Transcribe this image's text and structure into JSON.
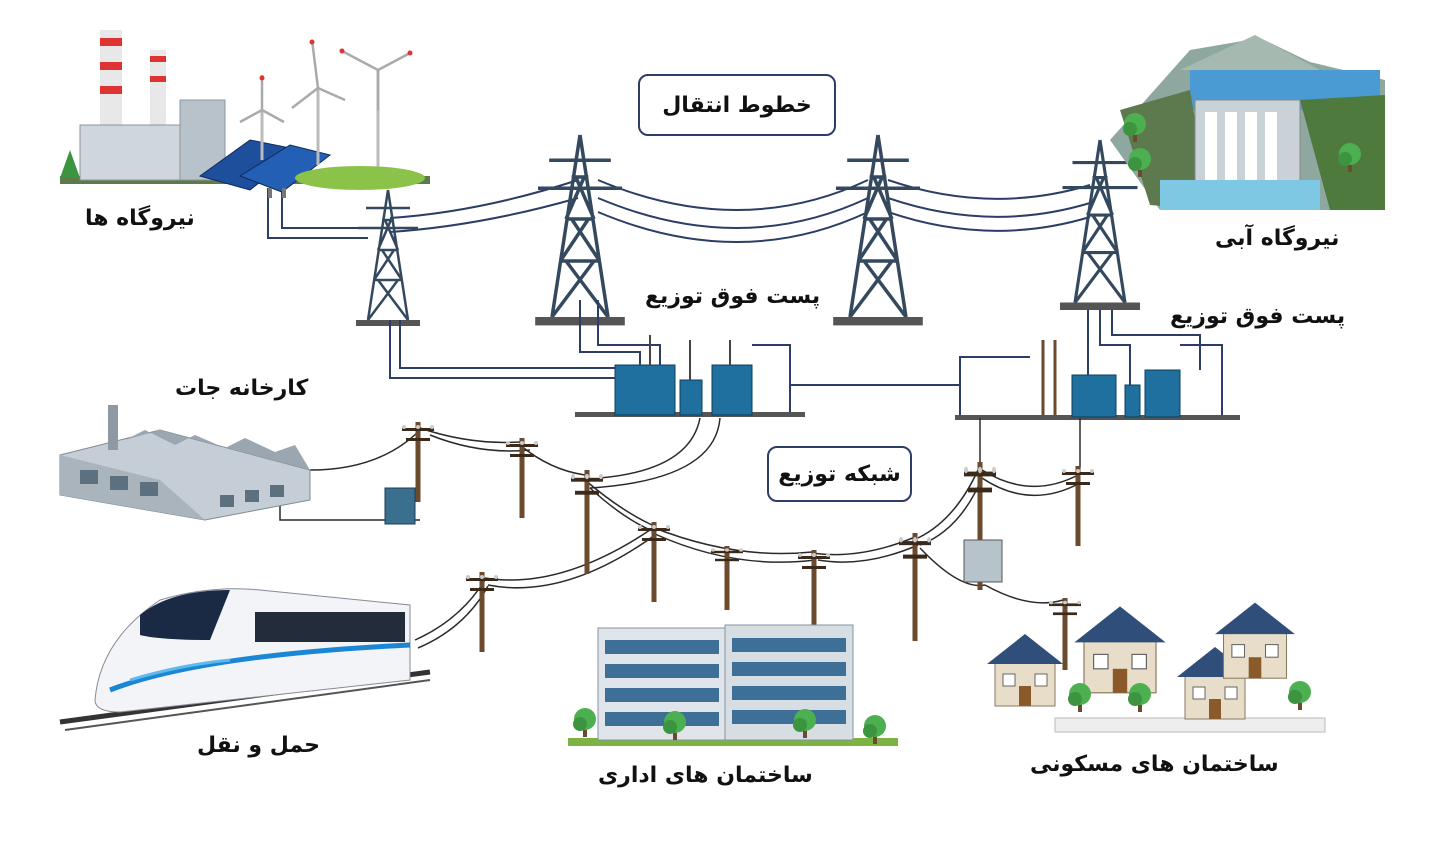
{
  "labels": {
    "transmission_lines": "خطوط انتقال",
    "power_plants": "نیروگاه ها",
    "hydro_plant": "نیروگاه آبی",
    "substation_left": "پست فوق توزیع",
    "substation_right": "پست فوق توزیع",
    "factories": "کارخانه جات",
    "distribution_network": "شبکه توزیع",
    "transportation": "حمل و نقل",
    "office_buildings": "ساختمان های اداری",
    "residential_buildings": "ساختمان های مسکونی"
  },
  "colors": {
    "line": "#2c3e66",
    "tower": "#34495e",
    "pole": "#6b4a2e",
    "transformer": "#1f6f9f",
    "wire": "#2a2a2a"
  }
}
